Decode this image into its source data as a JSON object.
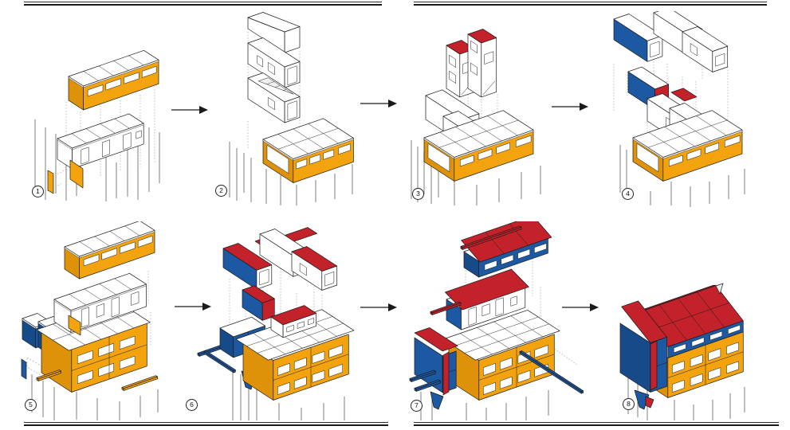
{
  "figure": {
    "kind": "assembly-sequence-diagram",
    "rows": 2,
    "columns": 4,
    "step_count": 8
  },
  "steps": [
    {
      "label": "1"
    },
    {
      "label": "2"
    },
    {
      "label": "3"
    },
    {
      "label": "4"
    },
    {
      "label": "5"
    },
    {
      "label": "6"
    },
    {
      "label": "7"
    },
    {
      "label": "8"
    }
  ],
  "icons": {
    "arrow": "arrow-right-icon"
  },
  "colors": {
    "background": "#ffffff",
    "outline": "#1a1a1a",
    "rule": "#1a1a1a",
    "orange": "#F2A30D",
    "orange_dark": "#DE9209",
    "red": "#C3222B",
    "red_dark": "#A31B22",
    "blue": "#1D59A3",
    "blue_dark": "#174A89",
    "white": "#ffffff",
    "post_gray": "#8a8a8a",
    "dash_gray": "#9a9a9a"
  }
}
